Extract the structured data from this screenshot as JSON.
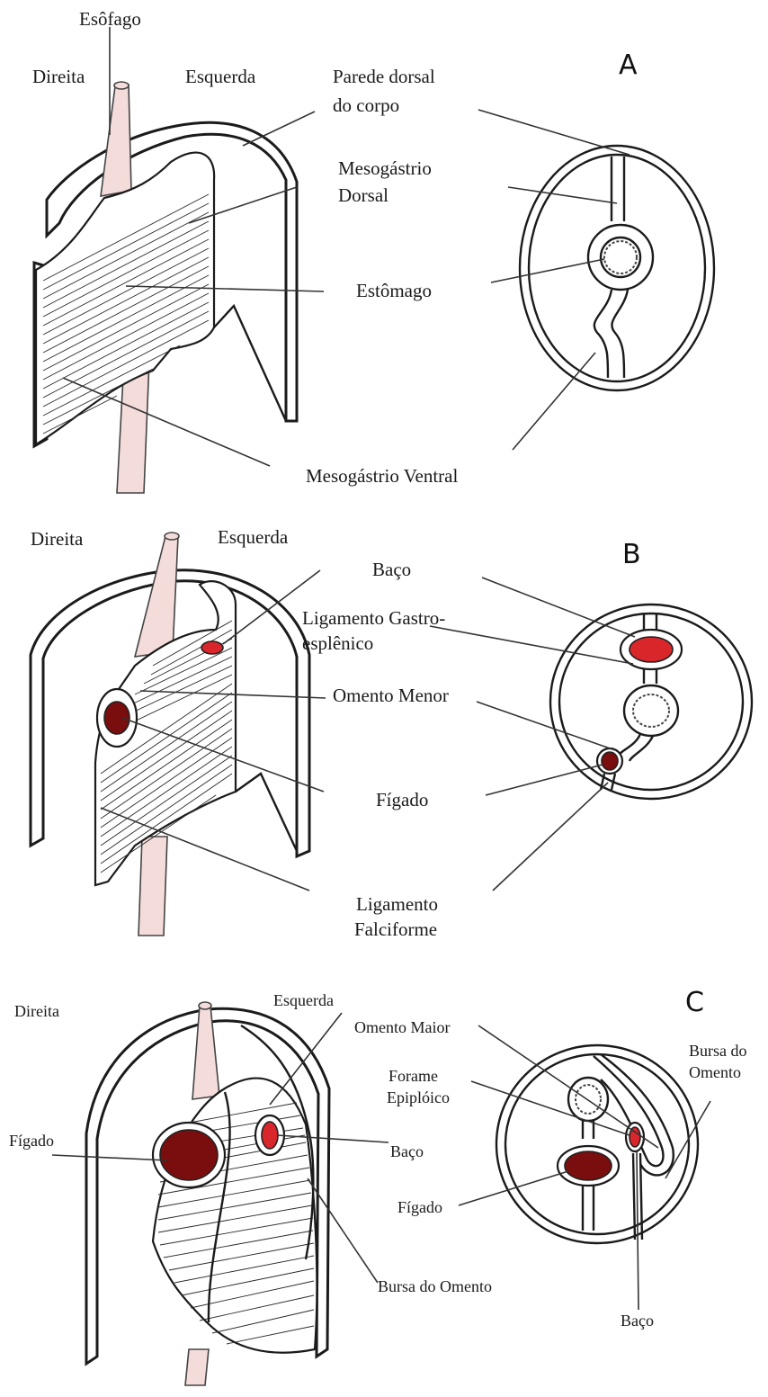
{
  "panels": {
    "A": {
      "letter": "A",
      "labels": {
        "esofago": "Esôfago",
        "direita": "Direita",
        "esquerda": "Esquerda",
        "parede_dorsal_1": "Parede dorsal",
        "parede_dorsal_2": "do corpo",
        "mesogastrio_dorsal_1": "Mesogástrio",
        "mesogastrio_dorsal_2": "Dorsal",
        "estomago": "Estômago",
        "mesogastrio_ventral": "Mesogástrio Ventral"
      }
    },
    "B": {
      "letter": "B",
      "labels": {
        "direita": "Direita",
        "esquerda": "Esquerda",
        "baco": "Baço",
        "lig_gastro_1": "Ligamento Gastro-",
        "lig_gastro_2": "esplênico",
        "omento_menor": "Omento Menor",
        "figado": "Fígado",
        "lig_falciforme_1": "Ligamento",
        "lig_falciforme_2": "Falciforme"
      }
    },
    "C": {
      "letter": "C",
      "labels": {
        "direita": "Direita",
        "esquerda": "Esquerda",
        "omento_maior": "Omento Maior",
        "bursa_omento_r1": "Bursa do",
        "bursa_omento_r2": "Omento",
        "forame_1": "Forame",
        "forame_2": "Epiplóico",
        "figado_left": "Fígado",
        "baco_mid": "Baço",
        "figado_right": "Fígado",
        "bursa_omento_bottom": "Bursa do Omento",
        "baco_bottom": "Baço"
      }
    }
  },
  "colors": {
    "esophagus": "#f3dcda",
    "liver": "#7a0d0d",
    "spleen": "#d9262b",
    "line": "#1b1b1b"
  }
}
